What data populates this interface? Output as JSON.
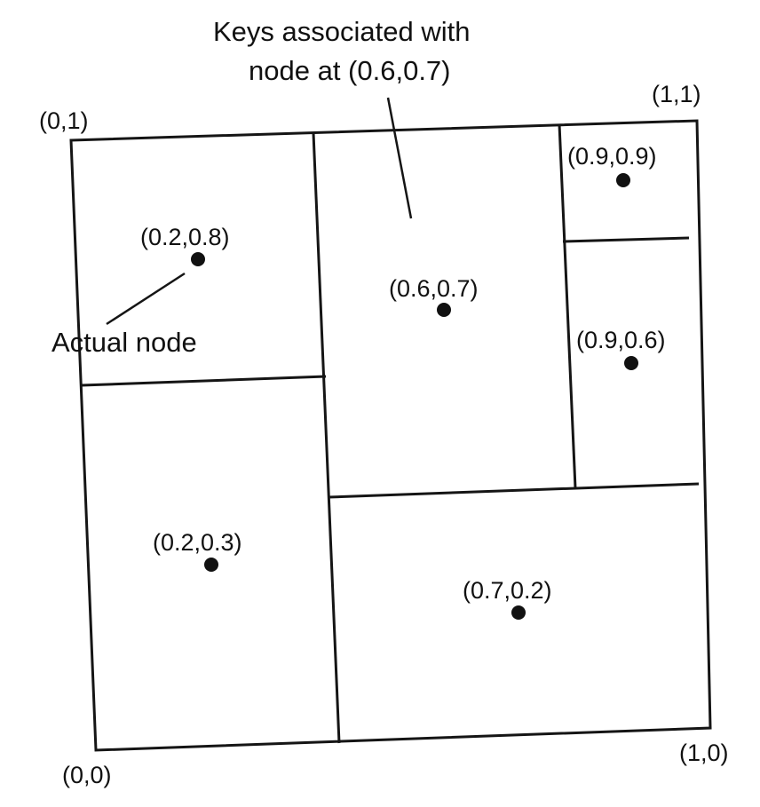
{
  "annotations": {
    "keys_line1": "Keys associated with",
    "keys_line2": "node at (0.6,0.7)",
    "actual_node": "Actual node"
  },
  "corners": {
    "top_left": "(0,1)",
    "top_right": "(1,1)",
    "bottom_left": "(0,0)",
    "bottom_right": "(1,0)"
  },
  "nodes": [
    {
      "label": "(0.2,0.8)"
    },
    {
      "label": "(0.6,0.7)"
    },
    {
      "label": "(0.9,0.9)"
    },
    {
      "label": "(0.9,0.6)"
    },
    {
      "label": "(0.2,0.3)"
    },
    {
      "label": "(0.7,0.2)"
    }
  ]
}
